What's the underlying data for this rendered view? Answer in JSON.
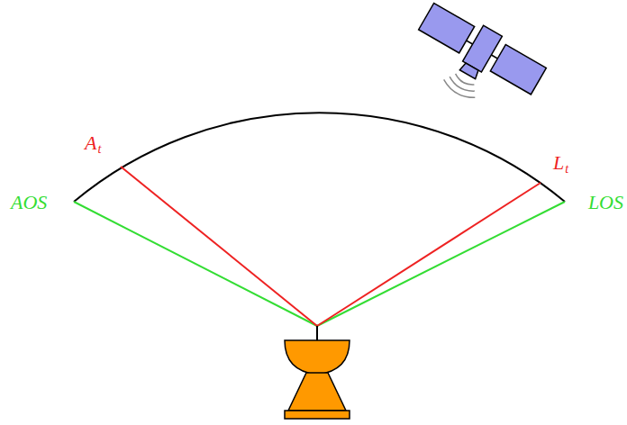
{
  "diagram": {
    "labels": [
      "AOS",
      "A",
      "t",
      "L",
      "t",
      "LOS"
    ]
  }
}
